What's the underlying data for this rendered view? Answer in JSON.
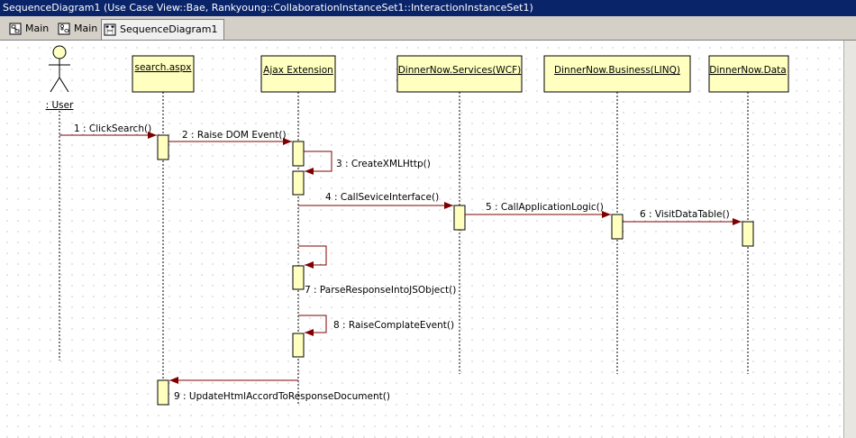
{
  "window": {
    "title": "SequenceDiagram1 (Use Case View::Bae, Rankyoung::CollaborationInstanceSet1::InteractionInstanceSet1)"
  },
  "tabs": [
    {
      "label": "Main",
      "icon": "class-diagram-icon"
    },
    {
      "label": "Main",
      "icon": "use-case-diagram-icon"
    },
    {
      "label": "SequenceDiagram1",
      "icon": "sequence-diagram-icon",
      "active": true
    }
  ],
  "diagram": {
    "actor": {
      "label": ": User"
    },
    "objects": [
      {
        "label": "search.aspx"
      },
      {
        "label": "Ajax Extension"
      },
      {
        "label": "DinnerNow.Services(WCF)"
      },
      {
        "label": "DinnerNow.Business(LINQ)"
      },
      {
        "label": "DinnerNow.Data"
      }
    ],
    "messages": [
      {
        "label": "1 : ClickSearch()"
      },
      {
        "label": "2 : Raise DOM Event()"
      },
      {
        "label": "3 : CreateXMLHttp()"
      },
      {
        "label": "4 : CallSeviceInterface()"
      },
      {
        "label": "5 : CallApplicationLogic()"
      },
      {
        "label": "6 : VisitDataTable()"
      },
      {
        "label": "7 : ParseResponseIntoJSObject()"
      },
      {
        "label": "8 : RaiseComplateEvent()"
      },
      {
        "label": "9 : UpdateHtmlAccordToResponseDocument()"
      }
    ]
  },
  "colors": {
    "object_fill": "#ffffc0",
    "message_line": "#800000",
    "titlebar": "#0a246a"
  }
}
